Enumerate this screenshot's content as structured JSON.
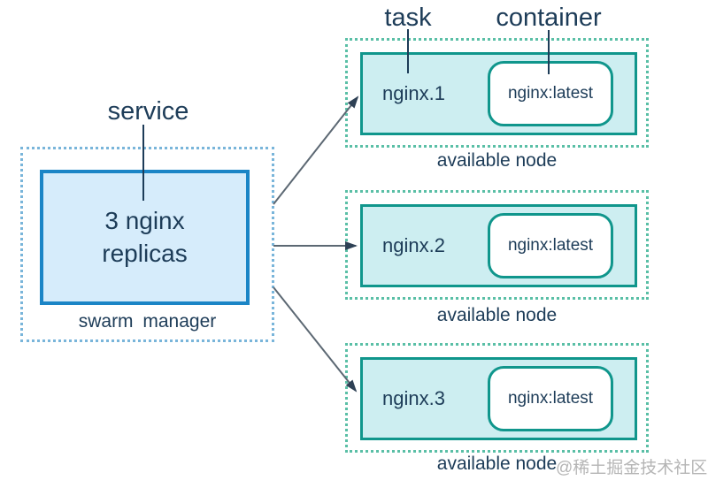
{
  "labels": {
    "service": "service",
    "task": "task",
    "container": "container"
  },
  "manager": {
    "line1": "3 nginx",
    "line2": "replicas",
    "caption": "swarm manager"
  },
  "nodes": [
    {
      "task": "nginx.1",
      "container": "nginx:latest",
      "caption": "available node"
    },
    {
      "task": "nginx.2",
      "container": "nginx:latest",
      "caption": "available node"
    },
    {
      "task": "nginx.3",
      "container": "nginx:latest",
      "caption": "available node"
    }
  ],
  "watermark": "@稀土掘金技术社区",
  "colors": {
    "text": "#1d3c58",
    "manager_border": "#1b85c6",
    "manager_fill": "#d6ecfb",
    "manager_dash": "#79b5da",
    "node_border": "#10968c",
    "node_fill": "#cdeef1",
    "node_dash": "#5abfa6",
    "arrow": "#5c6873",
    "arrowhead": "#2e4155",
    "watermark": "#b5b5b5"
  }
}
